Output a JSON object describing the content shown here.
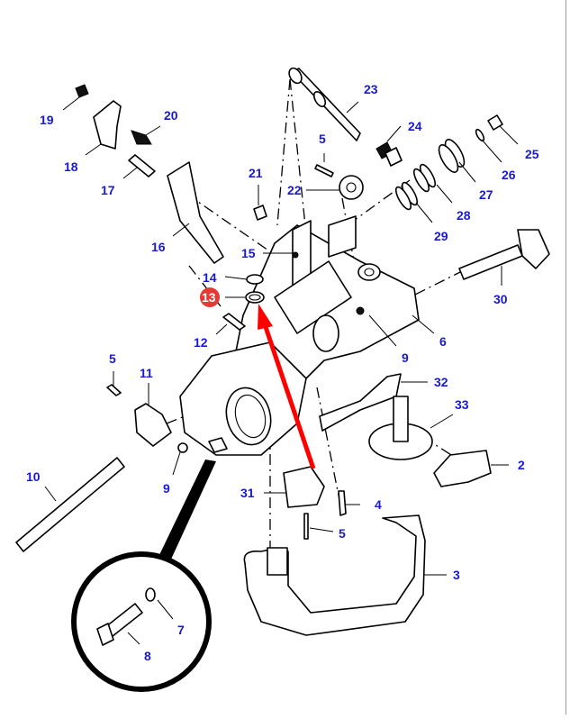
{
  "diagram": {
    "type": "exploded-parts-diagram",
    "highlight": {
      "part": "13",
      "color": "#e53935",
      "arrow_color": "#ff0000"
    },
    "label_color": "#1a1ad0",
    "labels": [
      {
        "id": "19",
        "text": "19"
      },
      {
        "id": "20",
        "text": "20"
      },
      {
        "id": "18",
        "text": "18"
      },
      {
        "id": "17",
        "text": "17"
      },
      {
        "id": "16",
        "text": "16"
      },
      {
        "id": "21",
        "text": "21"
      },
      {
        "id": "15",
        "text": "15"
      },
      {
        "id": "14",
        "text": "14"
      },
      {
        "id": "13",
        "text": "13"
      },
      {
        "id": "12",
        "text": "12"
      },
      {
        "id": "23",
        "text": "23"
      },
      {
        "id": "24",
        "text": "24"
      },
      {
        "id": "5a",
        "text": "5"
      },
      {
        "id": "22",
        "text": "22"
      },
      {
        "id": "25",
        "text": "25"
      },
      {
        "id": "26",
        "text": "26"
      },
      {
        "id": "27",
        "text": "27"
      },
      {
        "id": "28",
        "text": "28"
      },
      {
        "id": "29",
        "text": "29"
      },
      {
        "id": "30",
        "text": "30"
      },
      {
        "id": "6",
        "text": "6"
      },
      {
        "id": "9a",
        "text": "9"
      },
      {
        "id": "32",
        "text": "32"
      },
      {
        "id": "33",
        "text": "33"
      },
      {
        "id": "2",
        "text": "2"
      },
      {
        "id": "5b",
        "text": "5"
      },
      {
        "id": "11",
        "text": "11"
      },
      {
        "id": "10",
        "text": "10"
      },
      {
        "id": "9b",
        "text": "9"
      },
      {
        "id": "31",
        "text": "31"
      },
      {
        "id": "4",
        "text": "4"
      },
      {
        "id": "5c",
        "text": "5"
      },
      {
        "id": "3",
        "text": "3"
      },
      {
        "id": "7",
        "text": "7"
      },
      {
        "id": "8",
        "text": "8"
      }
    ]
  }
}
